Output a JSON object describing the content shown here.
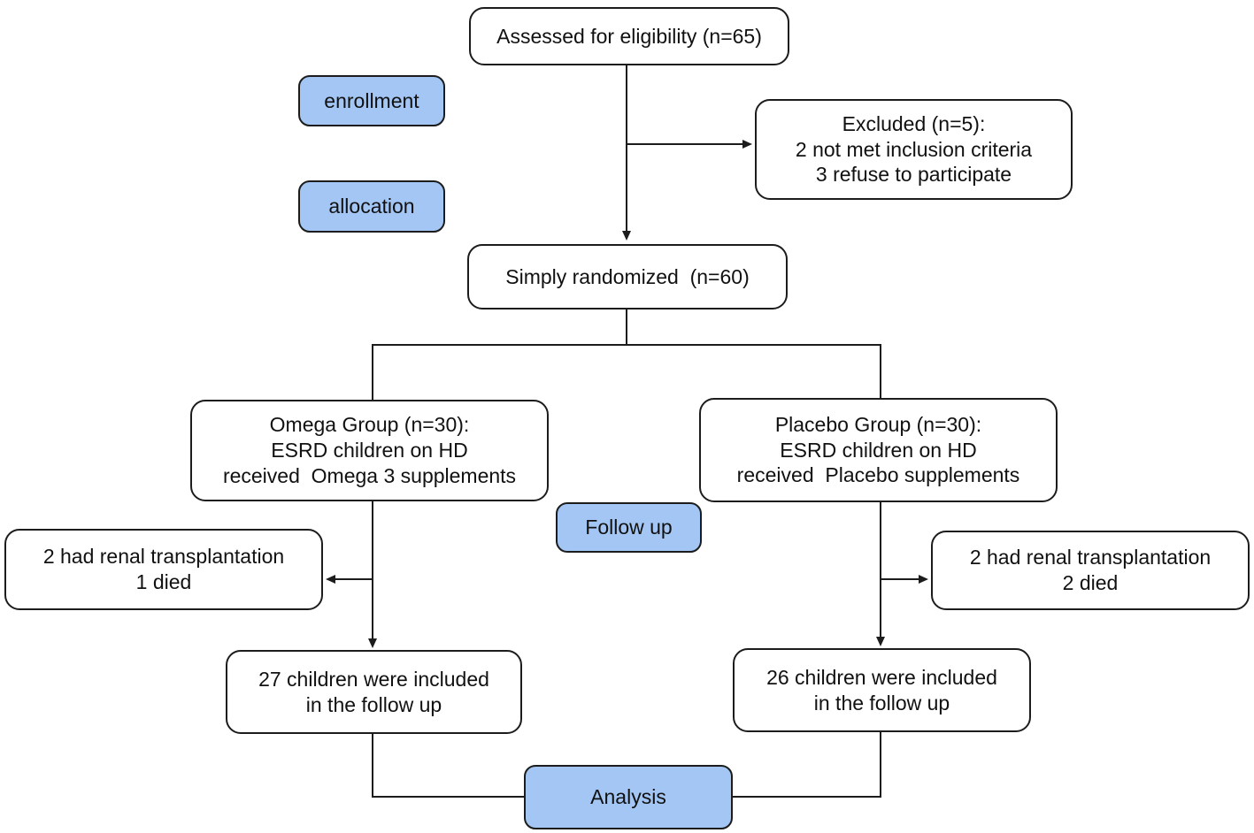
{
  "colors": {
    "background": "#ffffff",
    "node_fill": "#ffffff",
    "stage_fill": "#a3c6f5",
    "border": "#1c1c1c",
    "line": "#1c1c1c",
    "text": "#111111"
  },
  "diagram": {
    "type": "consort-flowchart",
    "nodes": {
      "assessed": {
        "lines": [
          "Assessed for eligibility (n=65)"
        ]
      },
      "enrollment": {
        "lines": [
          "enrollment"
        ]
      },
      "excluded": {
        "lines": [
          "Excluded (n=5):",
          "2 not met inclusion criteria",
          "3 refuse to participate"
        ]
      },
      "allocation": {
        "lines": [
          "allocation"
        ]
      },
      "randomized": {
        "lines": [
          "Simply randomized  (n=60)"
        ]
      },
      "omega_group": {
        "lines": [
          "Omega Group (n=30):",
          "ESRD children on HD",
          "received  Omega 3 supplements"
        ]
      },
      "placebo_group": {
        "lines": [
          "Placebo Group (n=30):",
          "ESRD children on HD",
          "received  Placebo supplements"
        ]
      },
      "follow_up": {
        "lines": [
          "Follow up"
        ]
      },
      "omega_dropout": {
        "lines": [
          "2 had renal transplantation",
          "1 died"
        ]
      },
      "placebo_dropout": {
        "lines": [
          "2 had renal transplantation",
          "2 died"
        ]
      },
      "omega_followed": {
        "lines": [
          "27 children were included",
          "in the follow up"
        ]
      },
      "placebo_followed": {
        "lines": [
          "26 children were included",
          "in the follow up"
        ]
      },
      "analysis": {
        "lines": [
          "Analysis"
        ]
      }
    }
  }
}
